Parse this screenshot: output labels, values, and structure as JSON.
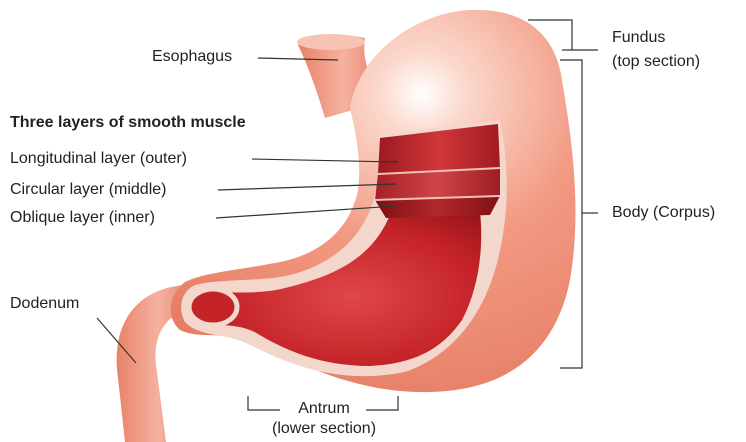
{
  "diagram": {
    "labels": {
      "esophagus": "Esophagus",
      "layers_heading": "Three layers of smooth muscle",
      "longitudinal": "Longitudinal layer (outer)",
      "circular": "Circular layer (middle)",
      "oblique": "Oblique layer (inner)",
      "dodenum": "Dodenum",
      "fundus": "Fundus",
      "fundus_sub": "(top section)",
      "body": "Body (Corpus)",
      "antrum": "Antrum",
      "antrum_sub": "(lower section)"
    },
    "colors": {
      "stomach_outer": "#ef8f78",
      "stomach_light": "#f6b8a5",
      "interior": "#c8262c",
      "interior_dark": "#8f1218",
      "rim": "#f3d6cc",
      "leader_line": "#333333"
    }
  }
}
